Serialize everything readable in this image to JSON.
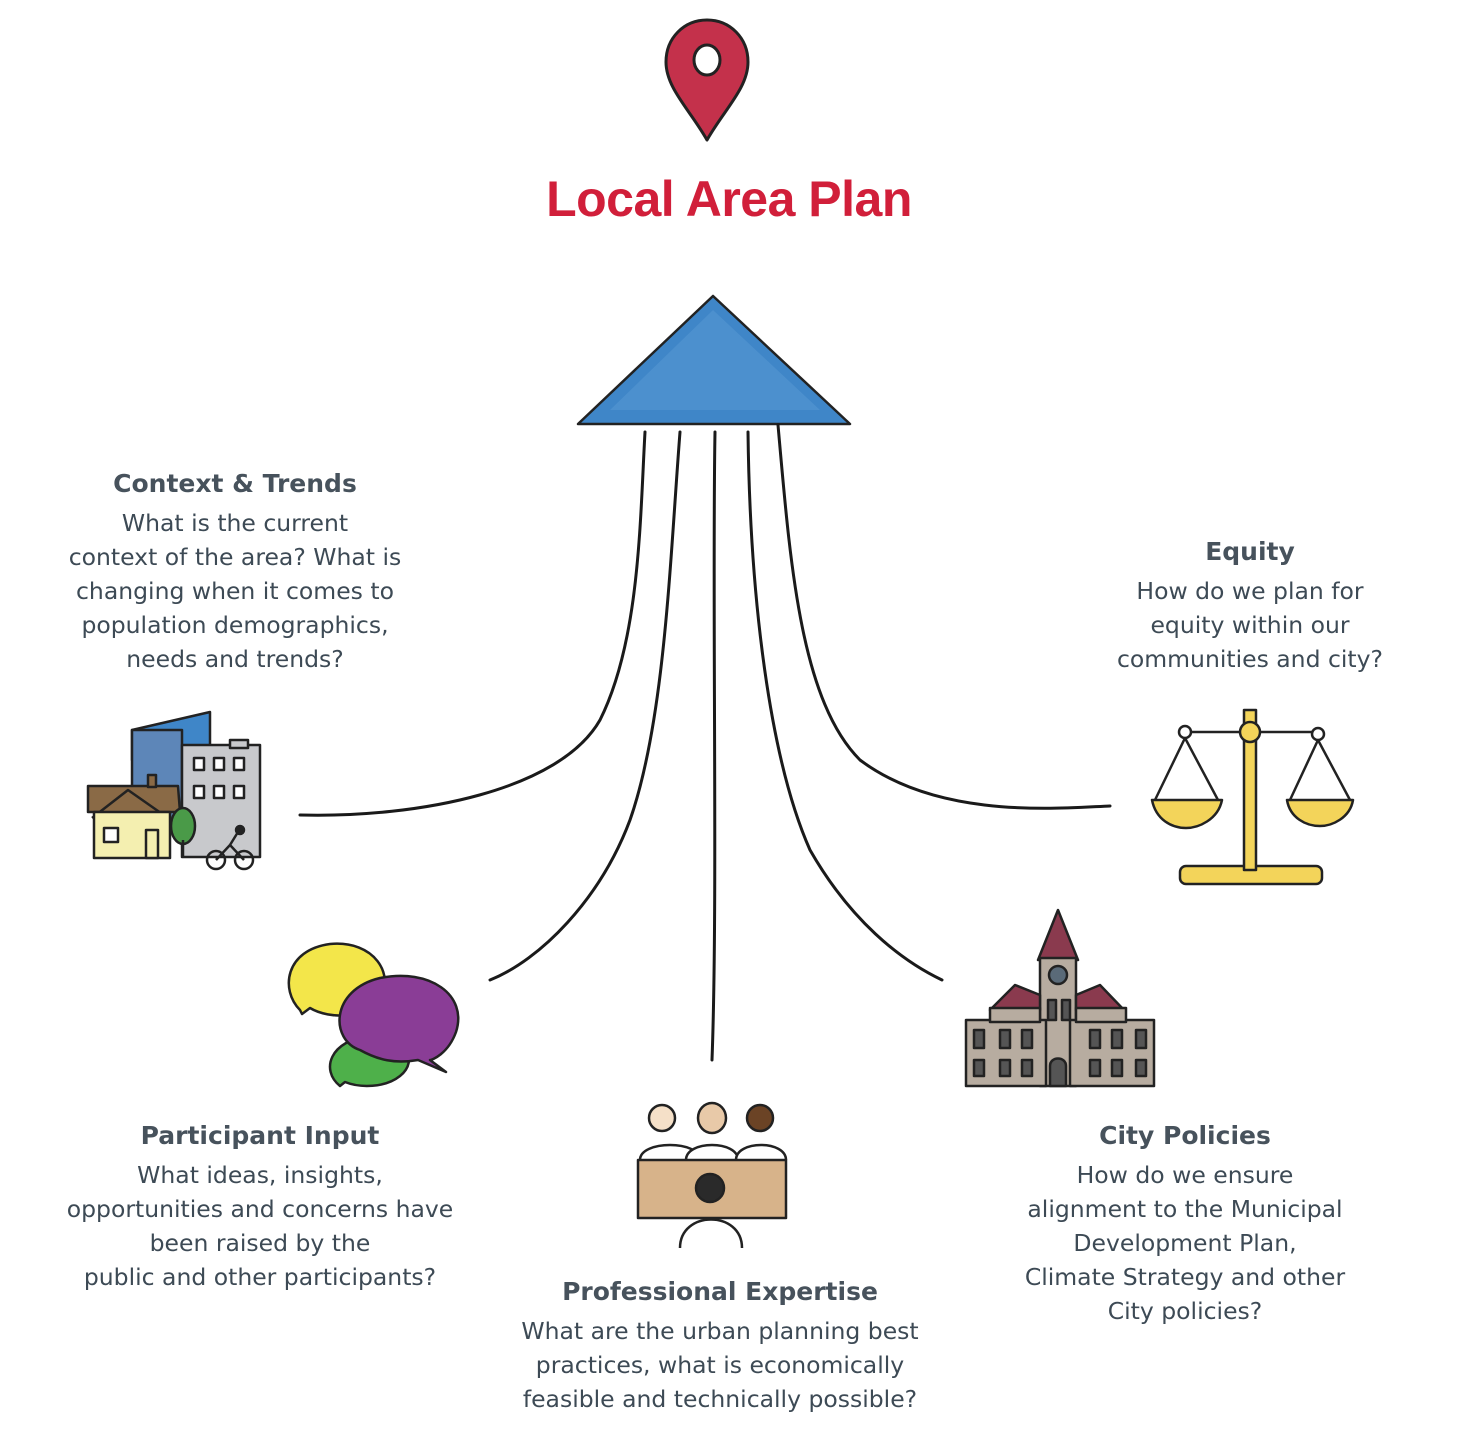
{
  "title": "Local Area Plan",
  "icons": {
    "pin": "map-pin-icon",
    "roof": "triangle-roof-icon",
    "neighbourhood": "buildings-icon",
    "scale": "scale-icon",
    "speech": "speech-bubbles-icon",
    "experts": "panel-icon",
    "cityhall": "city-hall-icon"
  },
  "colors": {
    "title": "#d11f3a",
    "heading": "#47525c",
    "body": "#3d4a55",
    "roof": "#3f86c8",
    "pin": "#c4314b"
  },
  "nodes": {
    "context": {
      "heading": "Context & Trends",
      "body": "What is the current\ncontext of the area? What is\nchanging when it comes to\npopulation demographics,\nneeds and trends?"
    },
    "equity": {
      "heading": "Equity",
      "body": "How do we plan for\nequity within our\ncommunities and city?"
    },
    "participant": {
      "heading": "Participant Input",
      "body": "What ideas, insights,\nopportunities and concerns have\nbeen raised by the\npublic and other participants?"
    },
    "professional": {
      "heading": "Professional Expertise",
      "body": "What are the urban planning best\npractices, what is economically\nfeasible and technically possible?"
    },
    "city": {
      "heading": "City Policies",
      "body": "How do we ensure\nalignment to the Municipal\nDevelopment Plan,\nClimate Strategy and other\nCity policies?"
    }
  }
}
